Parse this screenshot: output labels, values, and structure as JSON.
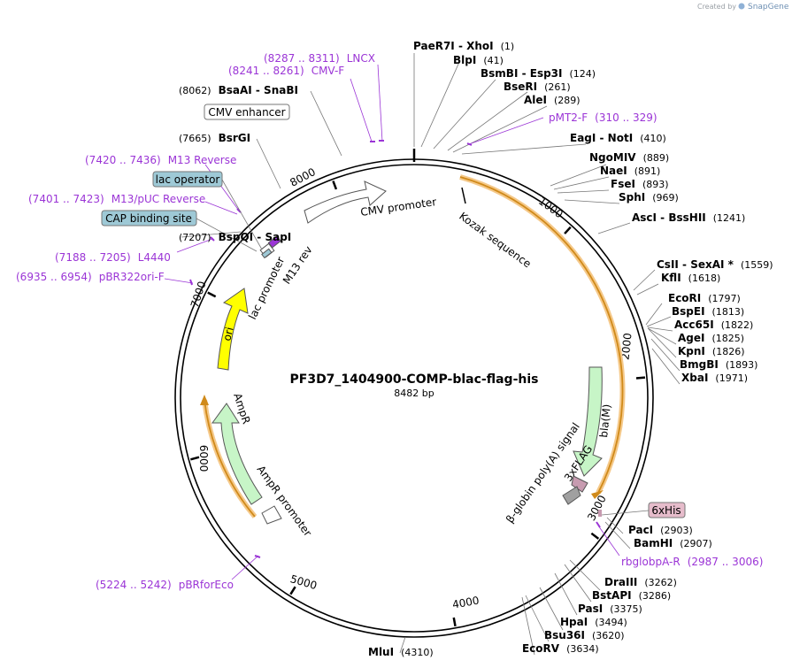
{
  "plasmid": {
    "name": "PF3D7_1404900-COMP-blac-flag-his",
    "length_label": "8482 bp"
  },
  "branding": {
    "created_by": "Created by",
    "product": "SnapGene"
  },
  "ticks": {
    "major": [
      "1000",
      "2000",
      "3000",
      "4000",
      "5000",
      "6000",
      "7000",
      "8000"
    ]
  },
  "sites_top": [
    {
      "name": "PaeR7I",
      "suffix": " - XhoI",
      "pos": "(1)"
    },
    {
      "name": "BlpI",
      "suffix": "",
      "pos": "(41)"
    },
    {
      "name": "BsmBI",
      "suffix": " - Esp3I",
      "pos": "(124)"
    },
    {
      "name": "BseRI",
      "suffix": "",
      "pos": "(261)"
    },
    {
      "name": "AleI",
      "suffix": "",
      "pos": "(289)"
    },
    {
      "name": "EagI",
      "suffix": " - NotI",
      "pos": "(410)"
    },
    {
      "name": "NgoMIV",
      "suffix": "",
      "pos": "(889)"
    },
    {
      "name": "NaeI",
      "suffix": "",
      "pos": "(891)"
    },
    {
      "name": "FseI",
      "suffix": "",
      "pos": "(893)"
    },
    {
      "name": "SphI",
      "suffix": "",
      "pos": "(969)"
    },
    {
      "name": "AscI",
      "suffix": " - BssHII",
      "pos": "(1241)"
    },
    {
      "name": "CsII",
      "suffix": " - SexAI *",
      "pos": "(1559)"
    },
    {
      "name": "KflI",
      "suffix": "",
      "pos": "(1618)"
    },
    {
      "name": "EcoRI",
      "suffix": "",
      "pos": "(1797)"
    },
    {
      "name": "BspEI",
      "suffix": "",
      "pos": "(1813)"
    },
    {
      "name": "Acc65I",
      "suffix": "",
      "pos": "(1822)"
    },
    {
      "name": "AgeI",
      "suffix": "",
      "pos": "(1825)"
    },
    {
      "name": "KpnI",
      "suffix": "",
      "pos": "(1826)"
    },
    {
      "name": "BmgBI",
      "suffix": "",
      "pos": "(1893)"
    },
    {
      "name": "XbaI",
      "suffix": "",
      "pos": "(1971)"
    },
    {
      "name": "PacI",
      "suffix": "",
      "pos": "(2903)"
    },
    {
      "name": "BamHI",
      "suffix": "",
      "pos": "(2907)"
    },
    {
      "name": "DraIII",
      "suffix": "",
      "pos": "(3262)"
    },
    {
      "name": "BstAPI",
      "suffix": "",
      "pos": "(3286)"
    },
    {
      "name": "PasI",
      "suffix": "",
      "pos": "(3375)"
    },
    {
      "name": "HpaI",
      "suffix": "",
      "pos": "(3494)"
    },
    {
      "name": "Bsu36I",
      "suffix": "",
      "pos": "(3620)"
    },
    {
      "name": "EcoRV",
      "suffix": "",
      "pos": "(3634)"
    },
    {
      "name": "MluI",
      "suffix": "",
      "pos": "(4310)"
    }
  ],
  "sites_left": [
    {
      "pos": "(8062)",
      "name": "BsaAI",
      "suffix": " - SnaBI"
    },
    {
      "pos": "(7665)",
      "name": "BsrGI",
      "suffix": ""
    },
    {
      "pos": "(7207)",
      "name": "BspQI",
      "suffix": " - SapI"
    }
  ],
  "primers": [
    {
      "range": "(8287 .. 8311)",
      "name": "LNCX"
    },
    {
      "range": "(8241 .. 8261)",
      "name": "CMV-F"
    },
    {
      "range": "(7420 .. 7436)",
      "name": "M13 Reverse"
    },
    {
      "range": "(7401 .. 7423)",
      "name": "M13/pUC Reverse"
    },
    {
      "range": "(7188 .. 7205)",
      "name": "L4440"
    },
    {
      "range": "(6935 .. 6954)",
      "name": "pBR322ori-F"
    },
    {
      "range": "(5224 .. 5242)",
      "name": "pBRforEco"
    },
    {
      "name": "pMT2-F",
      "range": "(310 .. 329)"
    },
    {
      "name": "rbglobpA-R",
      "range": "(2987 .. 3006)"
    }
  ],
  "boxed_features": [
    {
      "label": "CMV enhancer",
      "fill": "#ffffff"
    },
    {
      "label": "lac operator",
      "fill": "#9ec9d6"
    },
    {
      "label": "CAP binding site",
      "fill": "#9ec9d6"
    },
    {
      "label": "6xHis",
      "fill": "#e6bccb"
    }
  ],
  "features": {
    "cmv_promoter": "CMV promoter",
    "kozak": "Kozak sequence",
    "bla_m": "bla(M)",
    "flag": "3xFLAG",
    "globin": "β-globin poly(A) signal",
    "ampr": "AmpR",
    "ampr_promoter": "AmpR promoter",
    "ori": "ori",
    "lac_promoter": "lac promoter",
    "m13_rev": "M13 rev"
  },
  "colors": {
    "backbone": "#000000",
    "primer": "#9b35d6",
    "orf_highlight": "#f5c98a",
    "orf_line": "#d08a1a",
    "ori": "#ffff00",
    "bla": "#c7f5c7",
    "ampr": "#c7f5c7",
    "promoter": "#ffffff",
    "flag": "#c79bb0",
    "polyA": "#a0a0a0"
  }
}
